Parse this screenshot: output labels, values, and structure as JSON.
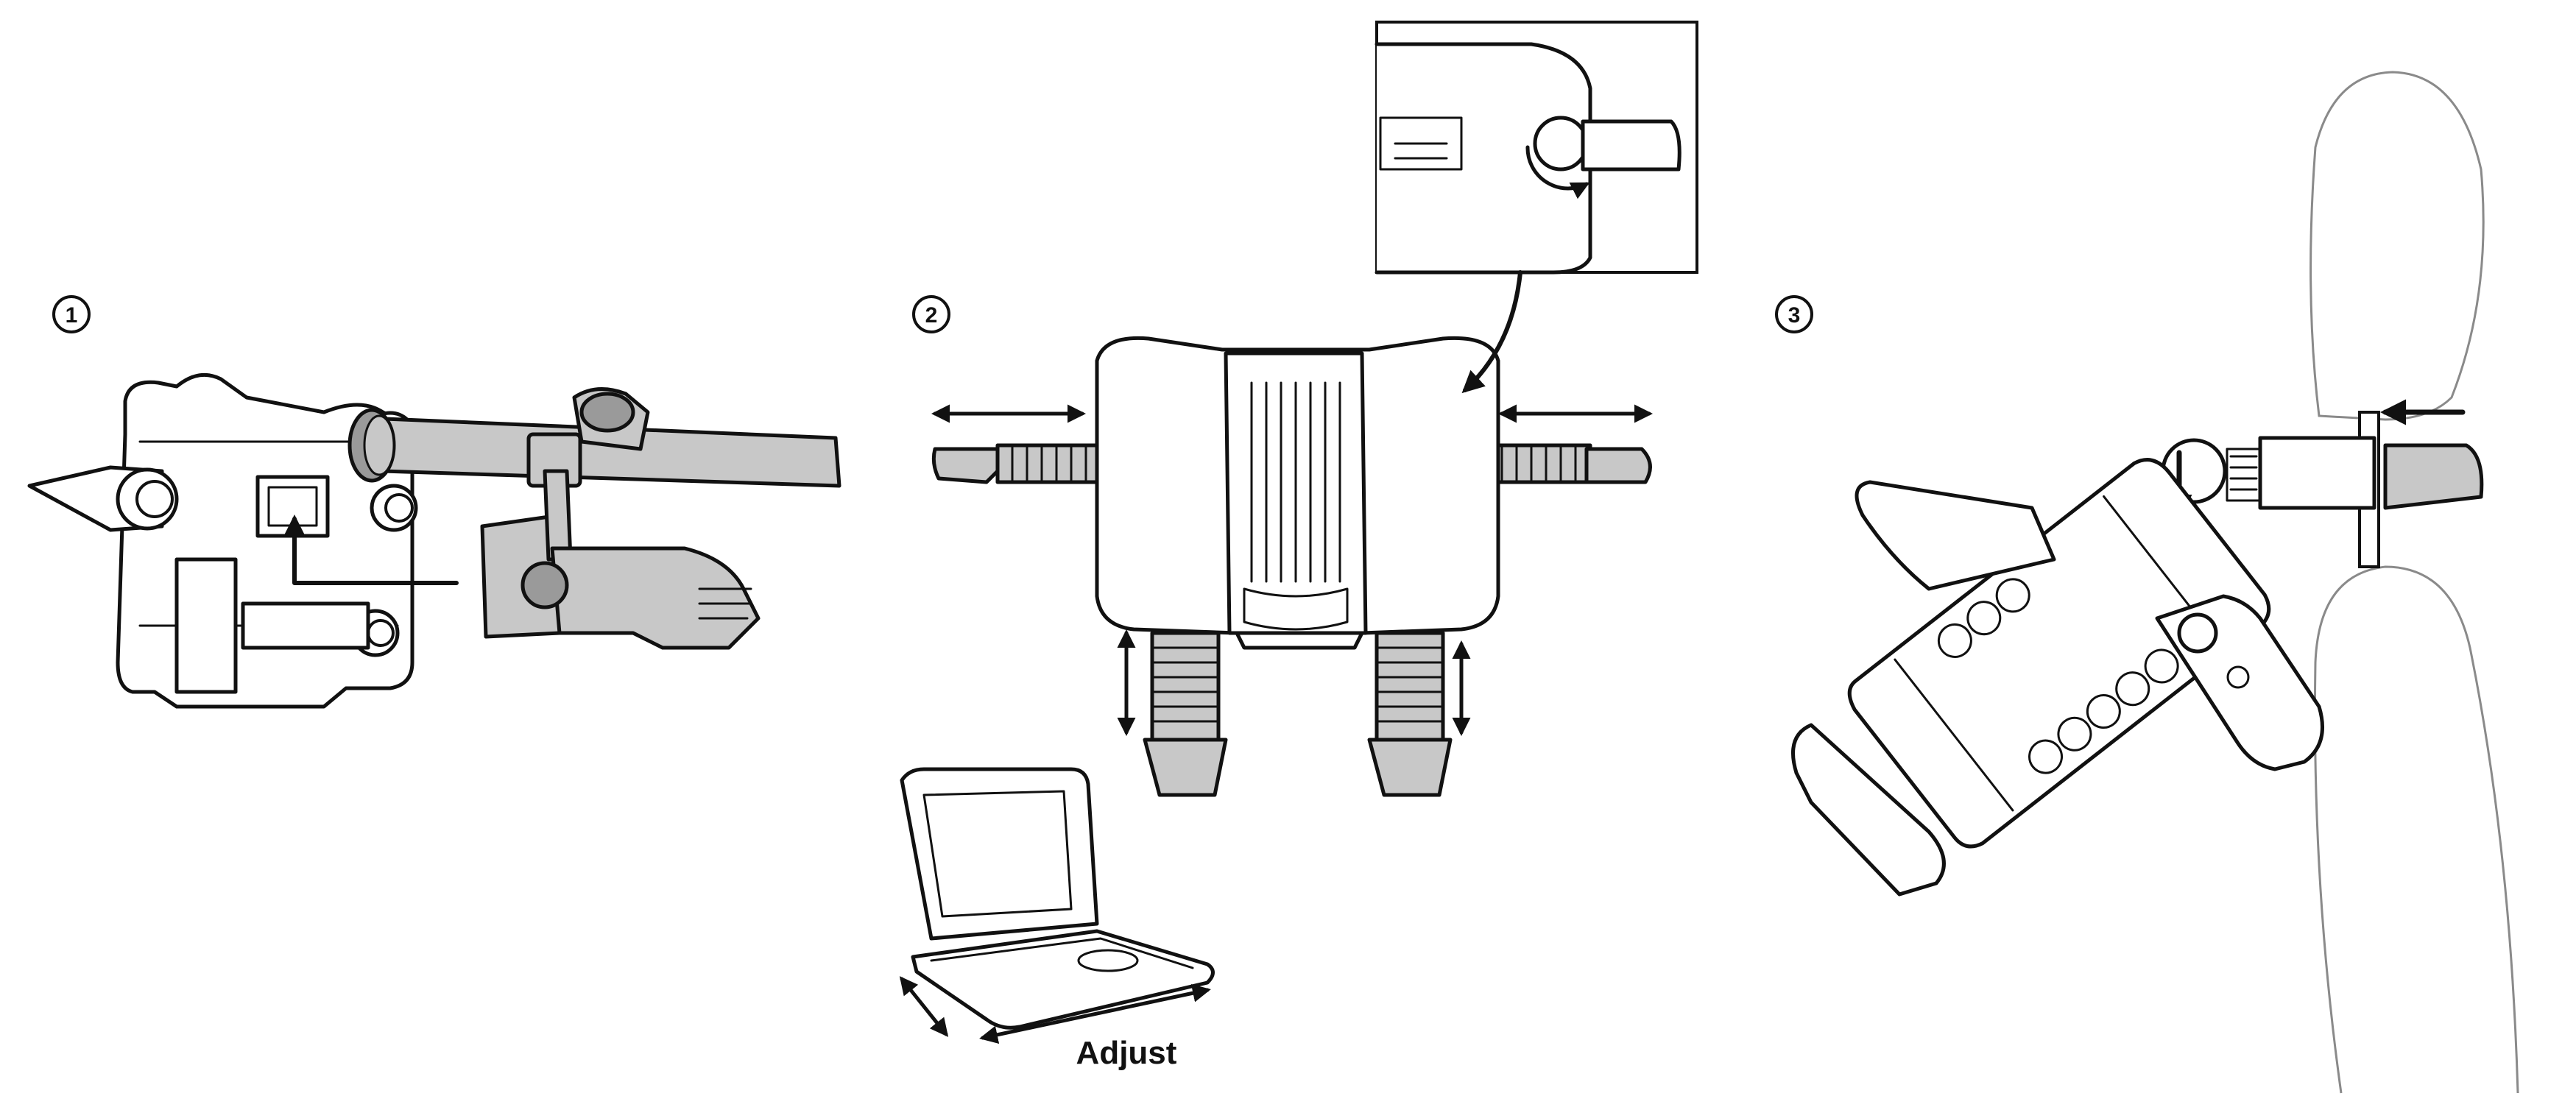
{
  "steps": [
    {
      "number": "1"
    },
    {
      "number": "2"
    },
    {
      "number": "3"
    }
  ],
  "caption": {
    "adjust": "Adjust"
  },
  "colors": {
    "ink": "#111111",
    "part_fill": "#c8c8c8",
    "part_dark": "#9a9a9a",
    "seat_outline": "#8a8a8a",
    "background": "#ffffff"
  }
}
